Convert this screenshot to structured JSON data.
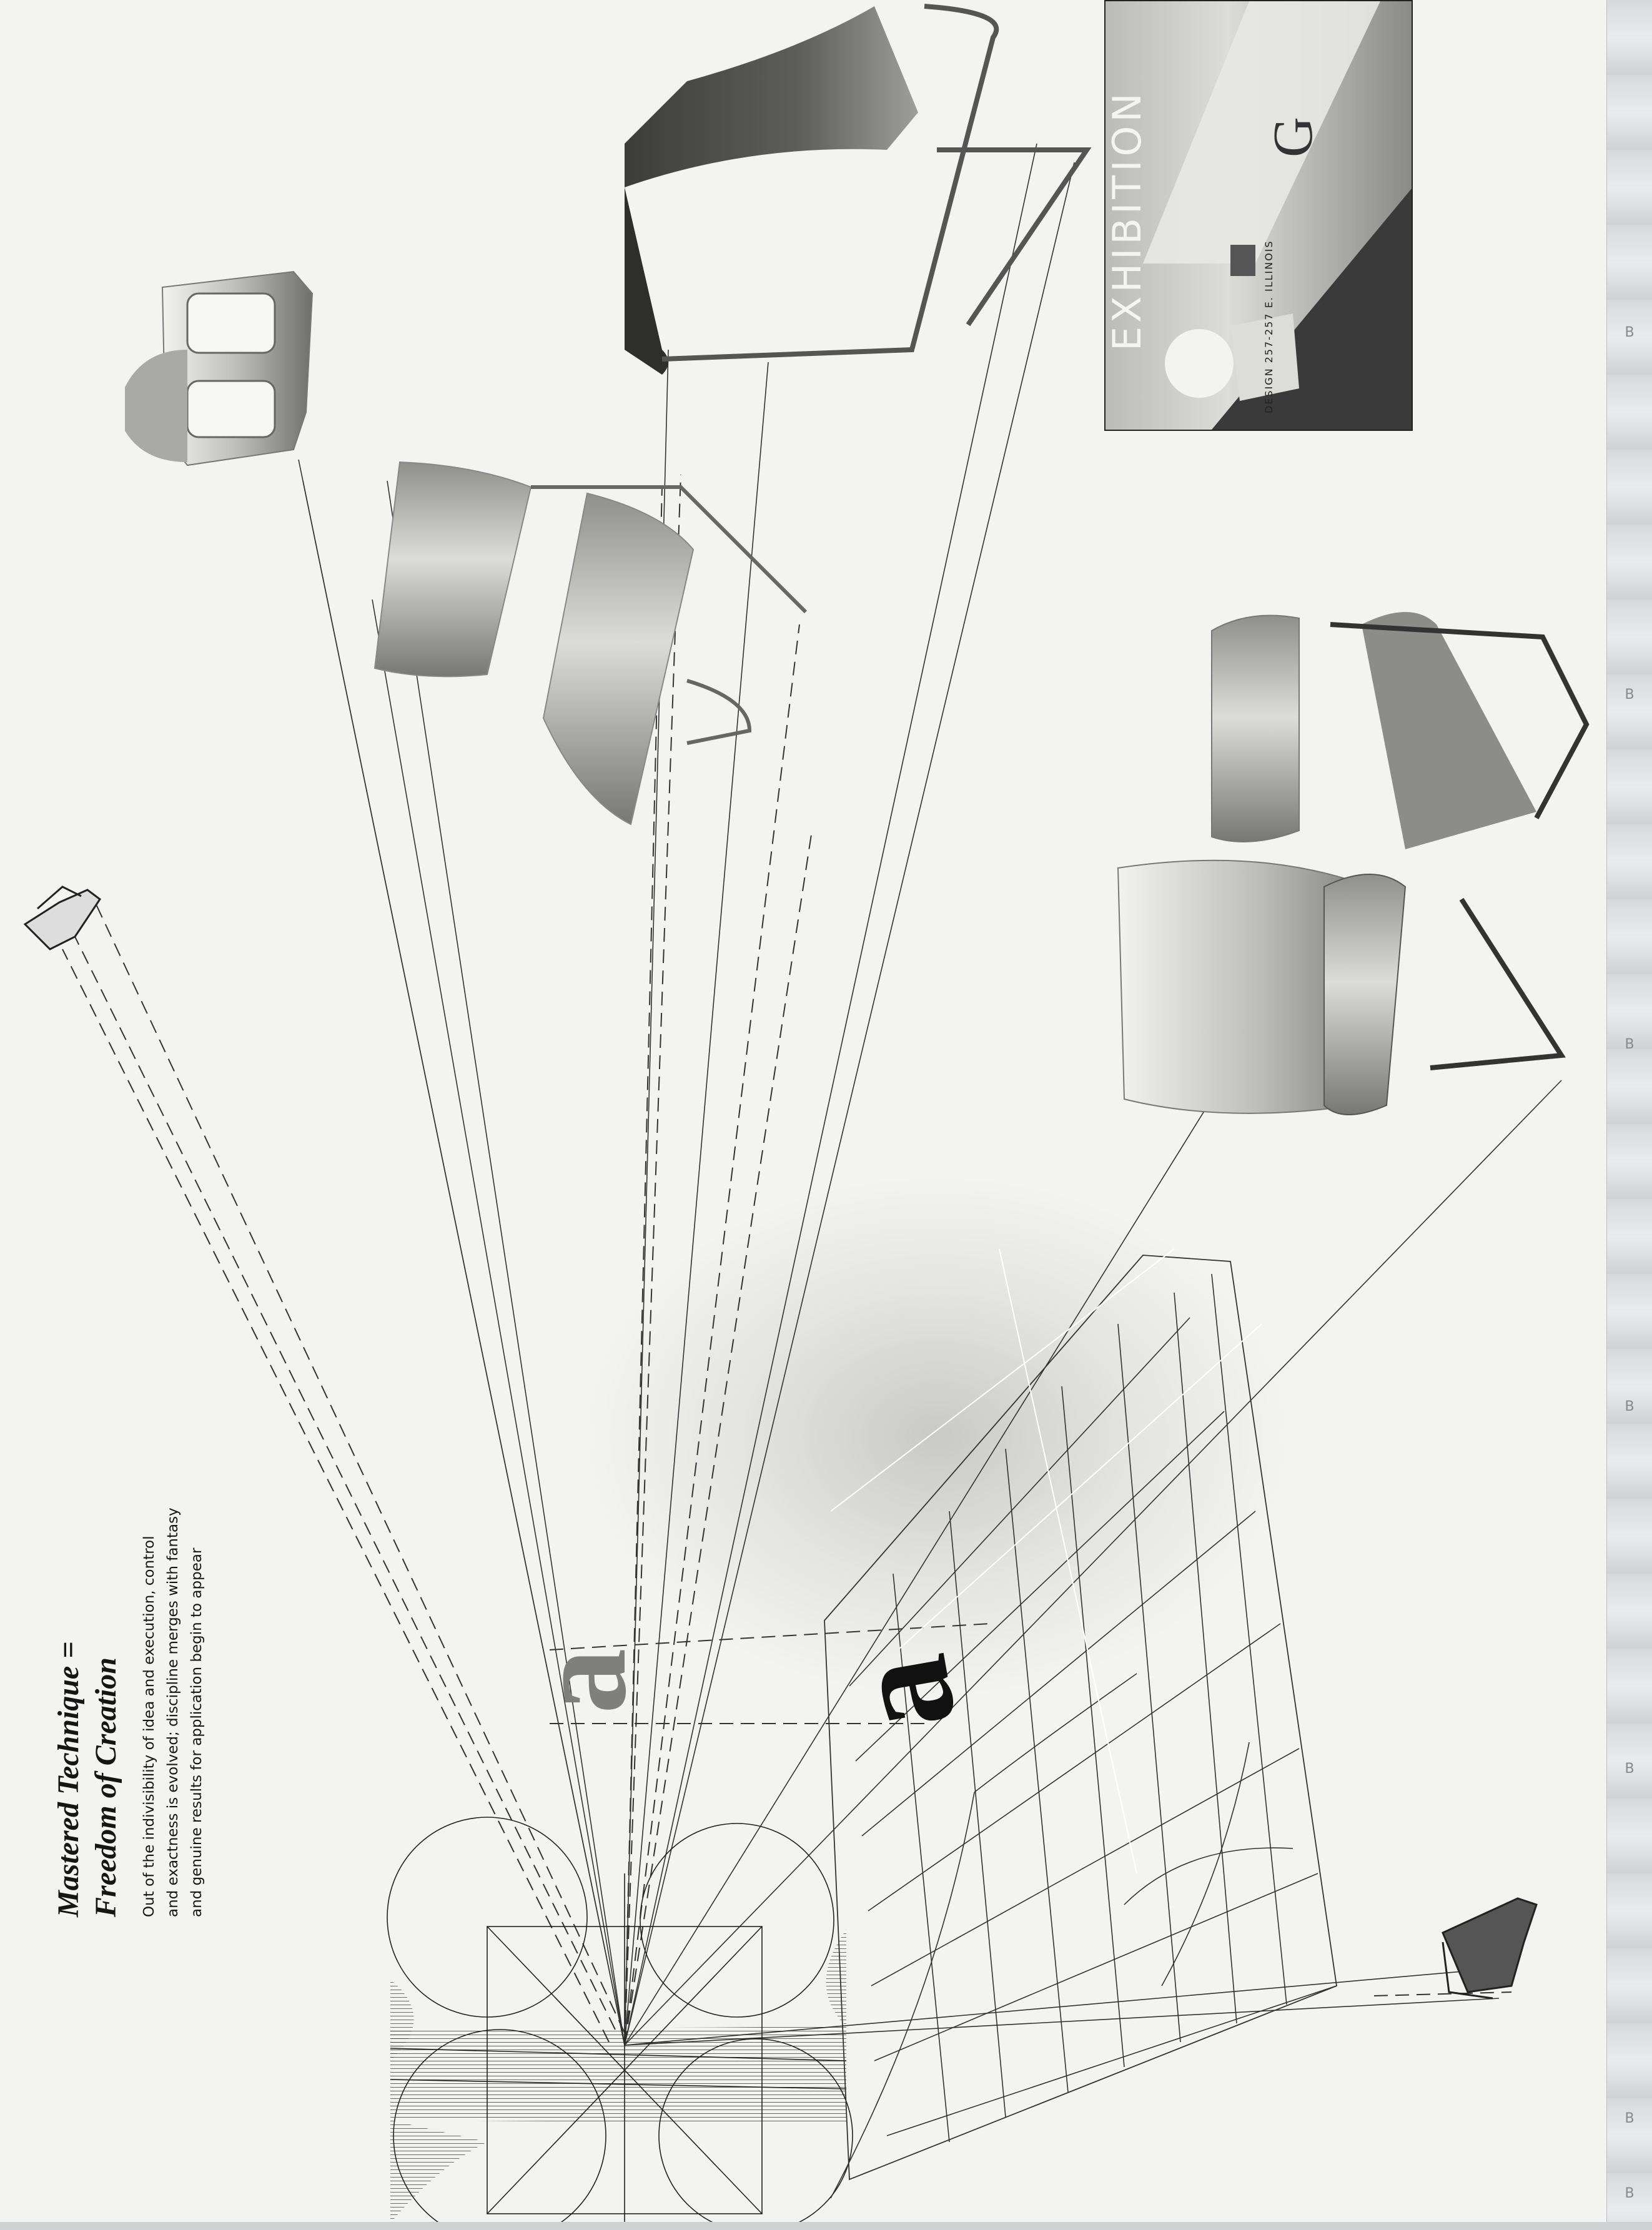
{
  "headline": {
    "line1": "Mastered Technique =",
    "line2": "Freedom of Creation"
  },
  "body": {
    "line1": "Out of the indivisibility of idea and execution, control",
    "line2": "and exactness is evolved; discipline merges with fantasy",
    "line3": "and genuine results for application begin to appear"
  },
  "letterforms": {
    "upright": "a",
    "grey": "a"
  },
  "poster": {
    "title": "EXHIBITION",
    "caption": "DESIGN 257-257 E. ILLINOIS"
  },
  "edge_marks": [
    "B",
    "B",
    "B",
    "B",
    "B",
    "B",
    "B"
  ],
  "colors": {
    "paper": "#f1f1ee",
    "ink": "#151515",
    "metal_light": "#d9d9d6",
    "metal_dark": "#5d5d5b"
  }
}
